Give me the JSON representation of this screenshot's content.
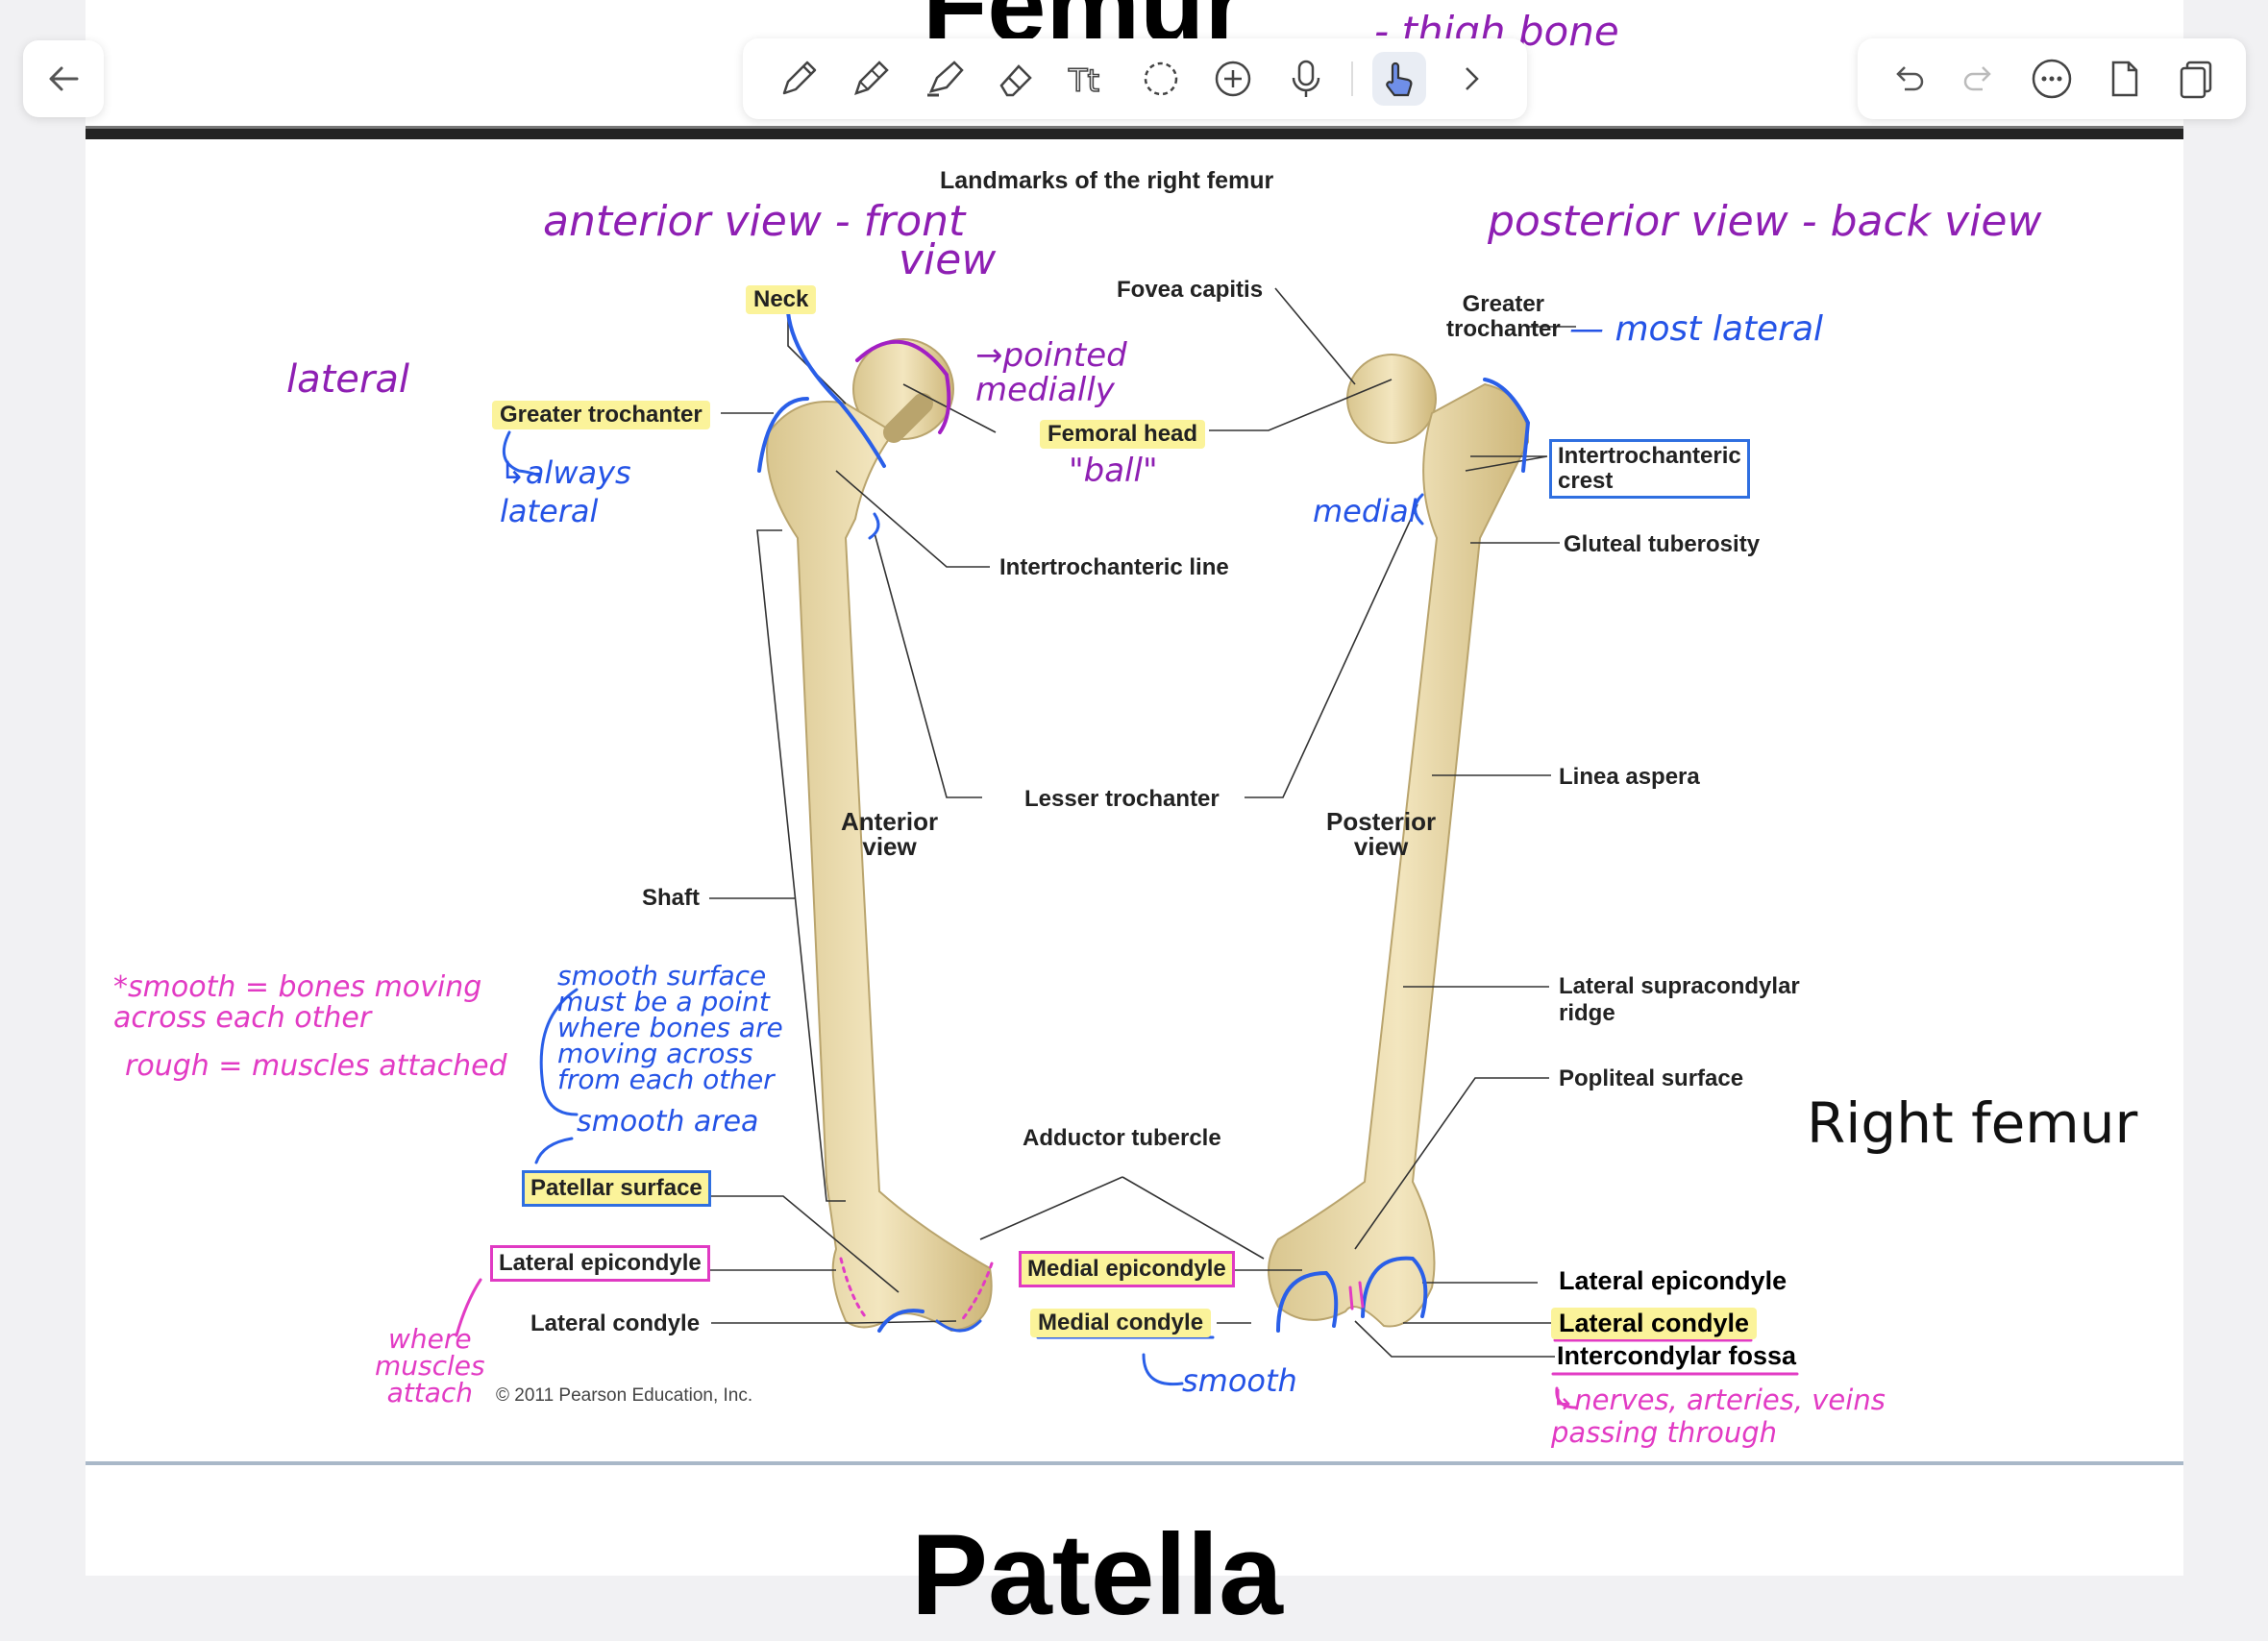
{
  "toolbar": {
    "back_icon": "arrow-left-icon",
    "tools": [
      "pen-icon",
      "pencil-icon",
      "highlighter-icon",
      "eraser-icon",
      "text-tool-icon",
      "lasso-icon",
      "add-icon",
      "microphone-icon",
      "hand-pointer-icon",
      "chevron-right-icon"
    ],
    "right_tools": [
      "undo-icon",
      "redo-icon",
      "more-icon",
      "export-icon",
      "pages-icon"
    ]
  },
  "page": {
    "prev_title": "Femur",
    "next_title": "Patella"
  },
  "figure": {
    "title": "Landmarks of the right femur",
    "anterior_view": "Anterior\nview",
    "posterior_view": "Posterior\nview",
    "copyright": "© 2011 Pearson Education, Inc.",
    "labels": {
      "neck": "Neck",
      "greater_trochanter": "Greater trochanter",
      "femoral_head": "Femoral head",
      "fovea_capitis": "Fovea capitis",
      "greater_trochanter_post": "Greater\ntrochanter",
      "intertrochanteric_crest": "Intertrochanteric\ncrest",
      "intertrochanteric_line": "Intertrochanteric line",
      "gluteal_tuberosity": "Gluteal tuberosity",
      "lesser_trochanter": "Lesser trochanter",
      "linea_aspera": "Linea aspera",
      "shaft": "Shaft",
      "lateral_supracondylar_ridge": "Lateral supracondylar\nridge",
      "popliteal_surface": "Popliteal surface",
      "adductor_tubercle": "Adductor tubercle",
      "patellar_surface": "Patellar surface",
      "lateral_epicondyle_ant": "Lateral epicondyle",
      "medial_epicondyle": "Medial epicondyle",
      "lateral_condyle_ant": "Lateral condyle",
      "medial_condyle": "Medial condyle",
      "lateral_epicondyle_post": "Lateral epicondyle",
      "lateral_condyle_post": "Lateral condyle",
      "intercondylar_fossa": "Intercondylar fossa"
    }
  },
  "handwriting": {
    "thigh_bone": "- thigh bone",
    "anterior_view": "anterior view - front",
    "anterior_view2": "view",
    "posterior_view": "posterior view - back view",
    "lateral": "lateral",
    "pointed_medially": "→pointed\nmedially",
    "ball": "\"ball\"",
    "most_lateral": "— most lateral",
    "always_lateral": "↳always\nlateral",
    "medial": "medial",
    "smooth_def": "*smooth = bones moving\nacross each other",
    "rough_def": "rough = muscles attached",
    "smooth_surface": "smooth surface\nmust be a point\nwhere bones are\nmoving across\nfrom each other",
    "smooth_area": "smooth area",
    "right_femur": "Right femur",
    "where_muscles": "where\nmuscles\nattach",
    "smooth": "smooth",
    "nerves": "↳nerves, arteries, veins\npassing through"
  }
}
